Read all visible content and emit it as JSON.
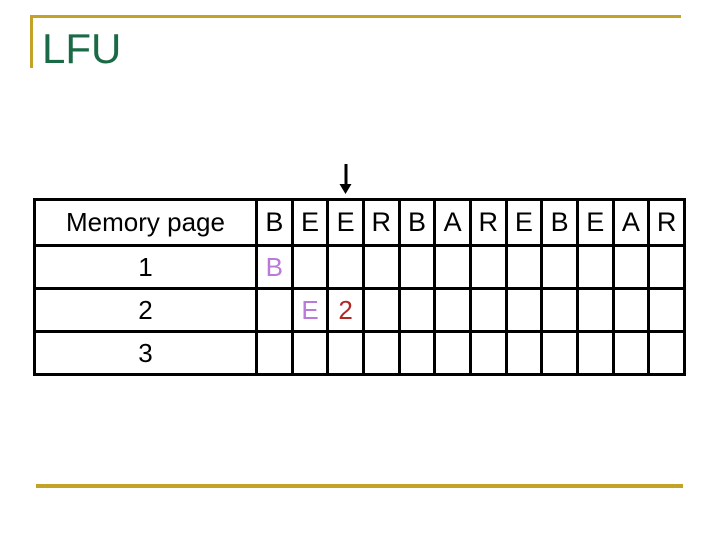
{
  "slide": {
    "title": "LFU"
  },
  "pointer": {
    "symbol": "down-arrow",
    "column_index": 2
  },
  "table": {
    "header_label": "Memory page",
    "reference_sequence": [
      "B",
      "E",
      "E",
      "R",
      "B",
      "A",
      "R",
      "E",
      "B",
      "E",
      "A",
      "R"
    ],
    "rows": [
      {
        "label": "1",
        "cells": [
          {
            "text": "B",
            "color": "purple"
          },
          null,
          null,
          null,
          null,
          null,
          null,
          null,
          null,
          null,
          null,
          null
        ]
      },
      {
        "label": "2",
        "cells": [
          null,
          {
            "text": "E",
            "color": "purple"
          },
          {
            "text": "2",
            "color": "red"
          },
          null,
          null,
          null,
          null,
          null,
          null,
          null,
          null,
          null
        ]
      },
      {
        "label": "3",
        "cells": [
          null,
          null,
          null,
          null,
          null,
          null,
          null,
          null,
          null,
          null,
          null,
          null
        ]
      }
    ]
  },
  "colors": {
    "title_green": "#1A6B45",
    "accent_gold": "#C2A227",
    "table_border": "#000000",
    "purple": "#B97AD9",
    "red": "#AF2823"
  }
}
